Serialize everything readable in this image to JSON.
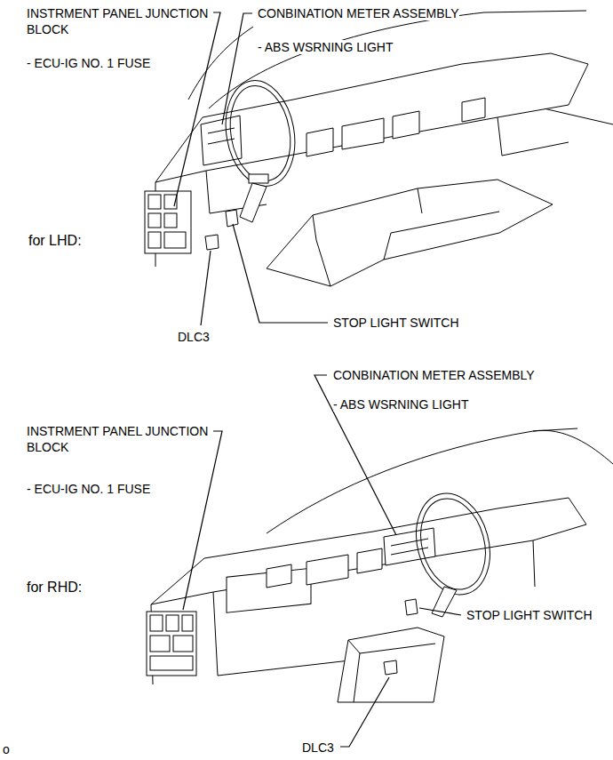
{
  "diagram": {
    "labels": [
      "INSTRMENT PANEL JUNCTION BLOCK",
      "- ECU-IG NO. 1 FUSE",
      "CONBINATION METER ASSEMBLY",
      "- ABS WSRNING LIGHT",
      "for LHD:",
      "STOP LIGHT SWITCH",
      "DLC3",
      "CONBINATION METER ASSEMBLY",
      "- ABS WSRNING LIGHT",
      "INSTRMENT PANEL JUNCTION BLOCK",
      "- ECU-IG NO. 1 FUSE",
      "for RHD:",
      "STOP LIGHT SWITCH",
      "DLC3",
      "o"
    ]
  }
}
